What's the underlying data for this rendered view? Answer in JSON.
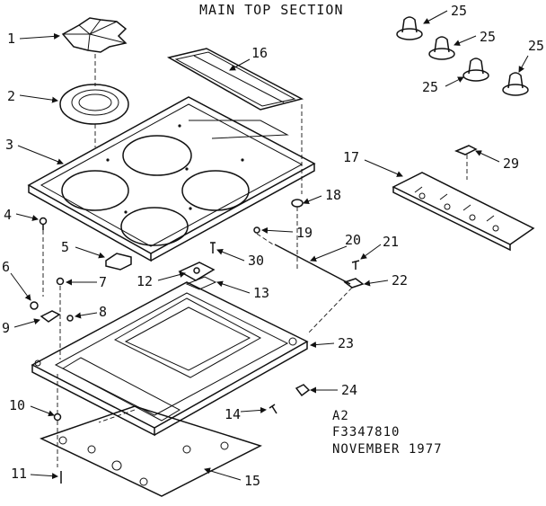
{
  "title": "MAIN TOP SECTION",
  "caption": {
    "line1": "A2",
    "line2": "F3347810",
    "line3": "NOVEMBER 1977"
  },
  "callouts": {
    "c1": "1",
    "c2": "2",
    "c3": "3",
    "c4": "4",
    "c5": "5",
    "c6": "6",
    "c7": "7",
    "c8": "8",
    "c9": "9",
    "c10": "10",
    "c11": "11",
    "c12": "12",
    "c13": "13",
    "c14": "14",
    "c15": "15",
    "c16": "16",
    "c17": "17",
    "c18": "18",
    "c19": "19",
    "c20": "20",
    "c21": "21",
    "c22": "22",
    "c23": "23",
    "c24": "24",
    "c25": "25",
    "c29": "29",
    "c30": "30"
  }
}
